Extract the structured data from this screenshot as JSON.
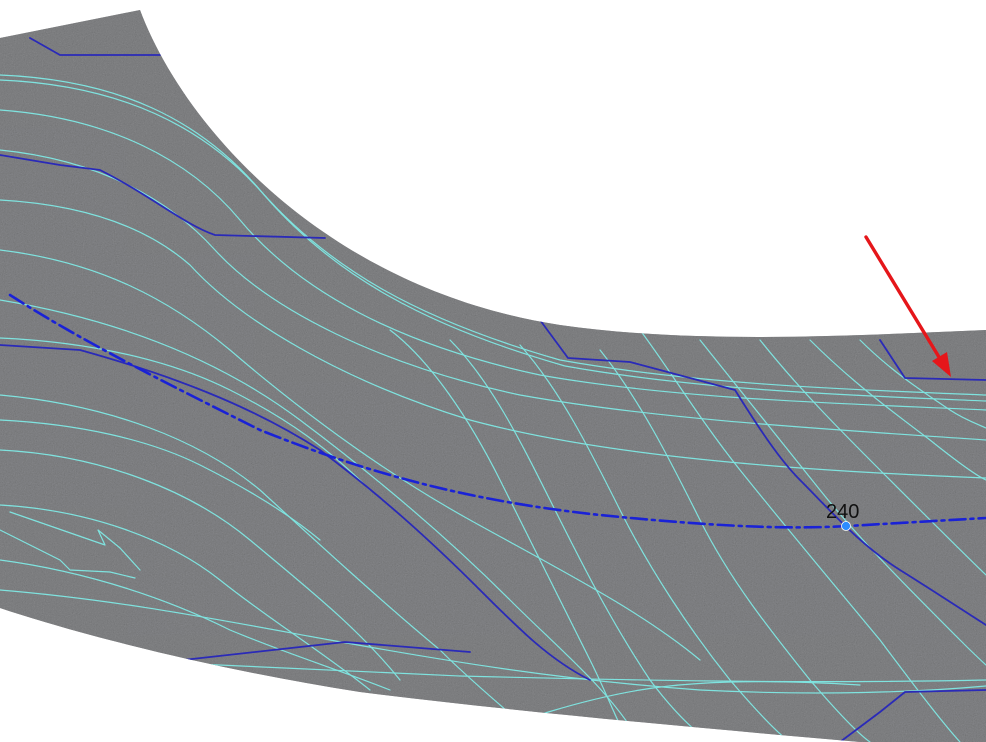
{
  "view": {
    "surface_texture": "asphalt",
    "colors": {
      "background": "#ffffff",
      "asphalt": "#55575a",
      "contour_minor": "#7fe3df",
      "contour_major": "#2a2ab8",
      "alignment": "#1a22d6",
      "station_marker": "#2d8cff",
      "arrow": "#e5161a",
      "label": "#111111"
    }
  },
  "alignment": {
    "style": "dash-dot",
    "station_label": "240"
  },
  "annotation": {
    "icon": "red-arrow-icon"
  }
}
